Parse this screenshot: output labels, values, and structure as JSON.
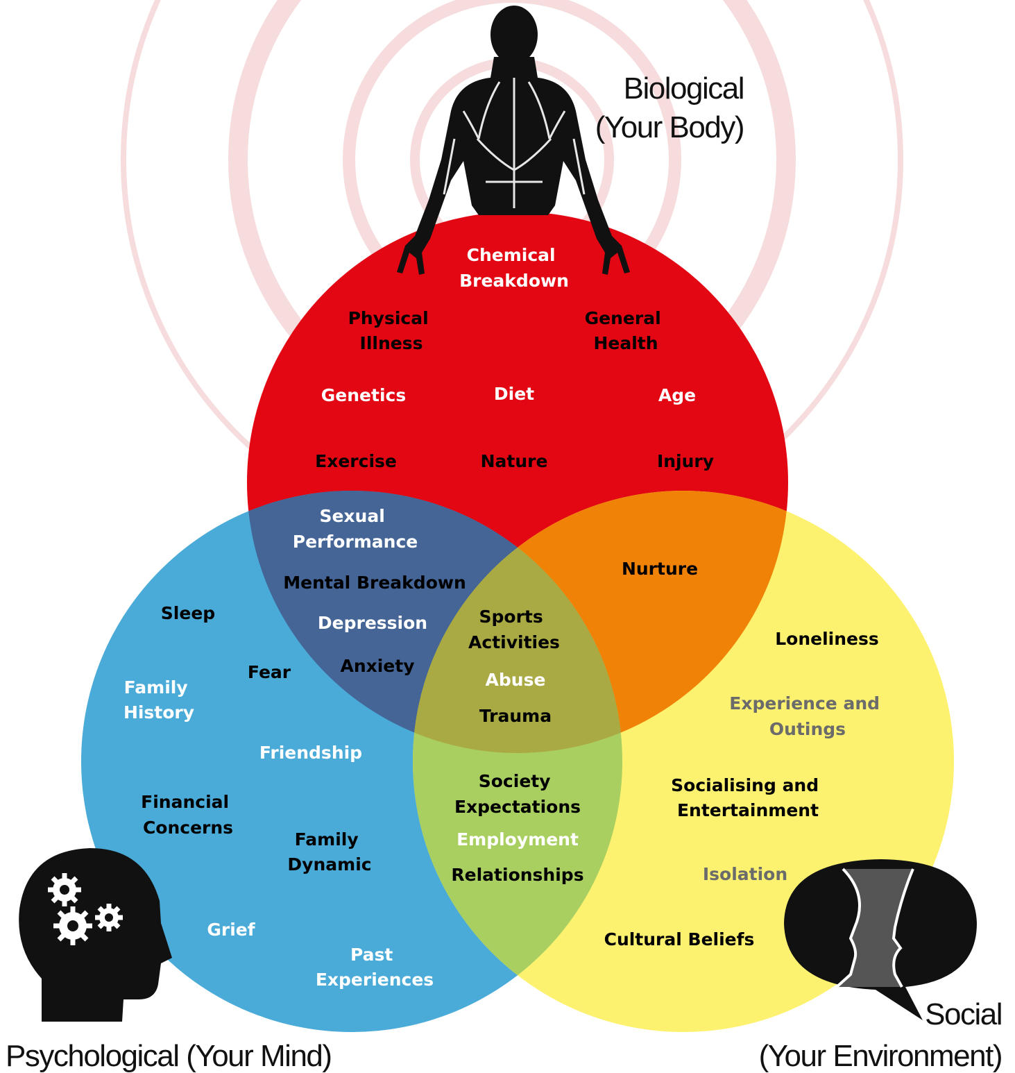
{
  "colors": {
    "biological": "#e30613",
    "psychological": "#4aabd9",
    "social": "#fdf26f",
    "bio_psych_overlap": "#446596",
    "bio_social_overlap": "#f18208",
    "psych_social_overlap": "#a9cf61",
    "center_overlap": "#a9aa44",
    "rings": "#f6dcdc",
    "silhouette": "#111111",
    "profile_gray": "#555555",
    "text_white": "#ffffff",
    "text_black": "#000000",
    "text_gray": "#6b6b6b"
  },
  "headings": {
    "biological_line1": "Biological",
    "biological_line2": "(Your Body)",
    "psychological": "Psychological (Your Mind)",
    "social_line1": "Social",
    "social_line2": "(Your Environment)"
  },
  "icons": {
    "biological": "human-muscle-back-icon",
    "psychological": "head-with-gears-icon",
    "social": "two-faces-speech-bubble-icon"
  },
  "biological": {
    "chemical_breakdown": [
      "Chemical",
      "Breakdown"
    ],
    "physical_illness": [
      "Physical",
      "Illness"
    ],
    "general_health": [
      "General",
      "Health"
    ],
    "genetics": "Genetics",
    "diet": "Diet",
    "age": "Age",
    "exercise": "Exercise",
    "nature": "Nature",
    "injury": "Injury"
  },
  "bio_psych": {
    "sexual_performance": [
      "Sexual",
      "Performance"
    ],
    "mental_breakdown": "Mental Breakdown",
    "depression": "Depression",
    "anxiety": "Anxiety"
  },
  "bio_social": {
    "nurture": "Nurture"
  },
  "center": {
    "sports_activities": [
      "Sports",
      "Activities"
    ],
    "abuse": "Abuse",
    "trauma": "Trauma"
  },
  "psychological": {
    "sleep": "Sleep",
    "fear": "Fear",
    "family_history": [
      "Family",
      "History"
    ],
    "friendship": "Friendship",
    "financial_concerns": [
      "Financial",
      "Concerns"
    ],
    "family_dynamic": [
      "Family",
      "Dynamic"
    ],
    "grief": "Grief",
    "past_experiences": [
      "Past",
      "Experiences"
    ]
  },
  "psych_social": {
    "society_expectations": [
      "Society",
      "Expectations"
    ],
    "employment": "Employment",
    "relationships": "Relationships"
  },
  "social": {
    "loneliness": "Loneliness",
    "experience_and_outings": [
      "Experience and",
      "Outings"
    ],
    "socialising_and_entertainment": [
      "Socialising and",
      "Entertainment"
    ],
    "isolation": "Isolation",
    "cultural_beliefs": "Cultural Beliefs"
  }
}
